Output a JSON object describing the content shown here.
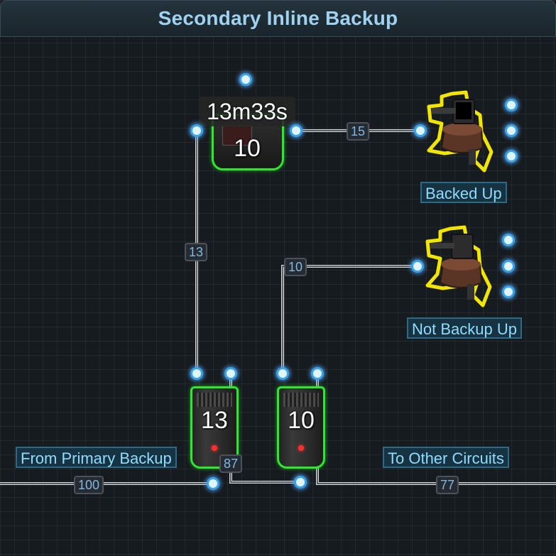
{
  "title": "Secondary Inline Backup",
  "labels": {
    "backed_up": "Backed Up",
    "not_backup_up": "Not Backup Up",
    "from_primary": "From Primary Backup",
    "to_other": "To Other Circuits"
  },
  "timer": {
    "time": "13m33s",
    "value": "10"
  },
  "switches": {
    "left_value": "13",
    "right_value": "10"
  },
  "wire_values": {
    "timer_to_turret": "15",
    "timer_vertical": "13",
    "switch_to_turret2": "10",
    "split_87": "87",
    "input_100": "100",
    "output_77": "77"
  },
  "colors": {
    "wire": "#d9d9d9",
    "port_glow": "#3aa3e8",
    "powered_outline": "#2ee82e",
    "turret_outline": "#f2e600",
    "label_text": "#8fdcff",
    "title_text": "#9fd2f0"
  }
}
